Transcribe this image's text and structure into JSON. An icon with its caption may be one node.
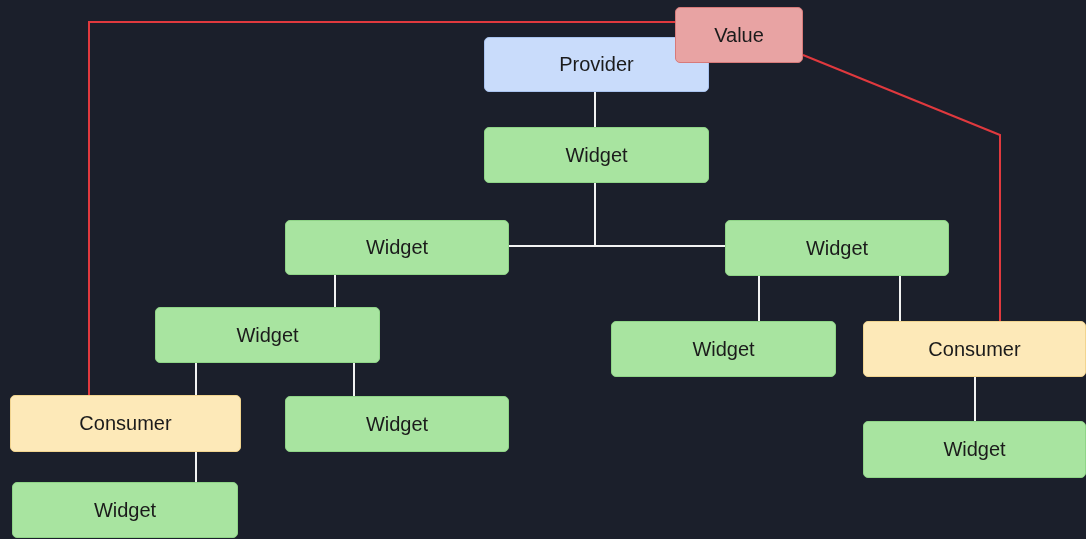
{
  "diagram": {
    "nodes": [
      {
        "text": [
          "Value"
        ]
      },
      {
        "text": [
          "Provider"
        ]
      },
      {
        "text": [
          "Widget"
        ]
      },
      {
        "text": [
          "Widget"
        ]
      },
      {
        "text": [
          "Widget"
        ]
      },
      {
        "text": [
          "Widget"
        ]
      },
      {
        "text": [
          "Widget"
        ]
      },
      {
        "text": [
          "Consumer"
        ]
      },
      {
        "text": [
          "Consumer"
        ]
      },
      {
        "text": [
          "Widget"
        ]
      },
      {
        "text": [
          "Widget"
        ]
      },
      {
        "text": [
          "Widget"
        ]
      }
    ],
    "edges": [
      {
        "from": 1,
        "to": 2,
        "arrow": "none"
      },
      {
        "from": 2,
        "to": 3,
        "arrow": "none"
      },
      {
        "from": 2,
        "to": 4,
        "arrow": "none"
      },
      {
        "from": 3,
        "to": 5,
        "arrow": "none"
      },
      {
        "from": 4,
        "to": 6,
        "arrow": "none"
      },
      {
        "from": 4,
        "to": 7,
        "arrow": "none"
      },
      {
        "from": 5,
        "to": 8,
        "arrow": "none"
      },
      {
        "from": 5,
        "to": 9,
        "arrow": "none"
      },
      {
        "from": 8,
        "to": 11,
        "arrow": "none"
      },
      {
        "from": 7,
        "to": 10,
        "arrow": "none"
      },
      {
        "from": 0,
        "to": 8,
        "arrow": "none",
        "color": "#e0393e"
      },
      {
        "from": 0,
        "to": 7,
        "arrow": "none",
        "color": "#e0393e"
      }
    ]
  }
}
